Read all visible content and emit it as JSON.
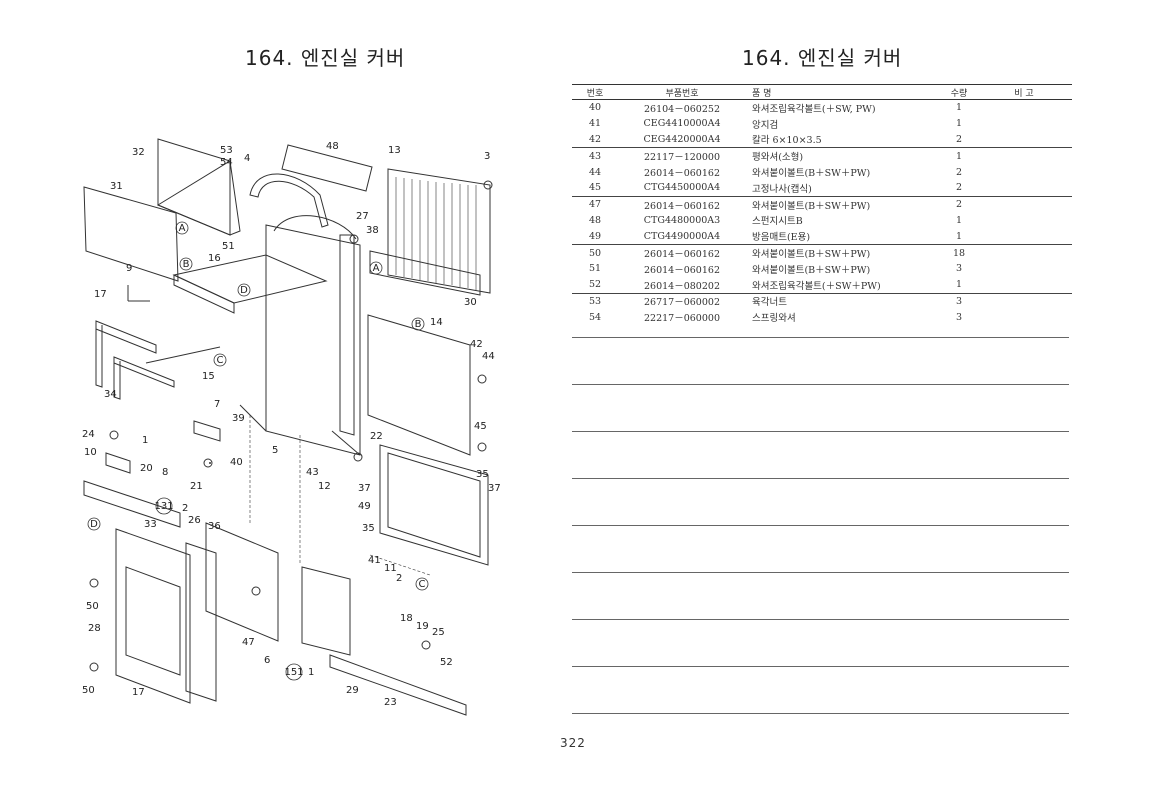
{
  "page": {
    "title_left": "164. 엔진실 커버",
    "title_right": "164. 엔진실 커버",
    "page_number": "322"
  },
  "table": {
    "headers": {
      "no": "번호",
      "part_no": "부품번호",
      "name": "품      명",
      "qty": "수량",
      "remarks": "비  고"
    },
    "groups": [
      [
        {
          "no": "40",
          "part_no": "26104－060252",
          "name": "와셔조립육각볼트(＋SW, PW)",
          "qty": "1"
        },
        {
          "no": "41",
          "part_no": "CEG4410000A4",
          "name": "앙지검",
          "qty": "1"
        },
        {
          "no": "42",
          "part_no": "CEG4420000A4",
          "name": "칼라 6×10×3.5",
          "qty": "2"
        }
      ],
      [
        {
          "no": "43",
          "part_no": "22117－120000",
          "name": "평와셔(소형)",
          "qty": "1"
        },
        {
          "no": "44",
          "part_no": "26014－060162",
          "name": "와셔붙이볼트(B＋SW＋PW)",
          "qty": "2"
        },
        {
          "no": "45",
          "part_no": "CTG4450000A4",
          "name": "고정나사(캡식)",
          "qty": "2"
        }
      ],
      [
        {
          "no": "47",
          "part_no": "26014－060162",
          "name": "와셔붙이볼트(B＋SW＋PW)",
          "qty": "2"
        },
        {
          "no": "48",
          "part_no": "CTG4480000A3",
          "name": "스펀지시트B",
          "qty": "1"
        },
        {
          "no": "49",
          "part_no": "CTG4490000A4",
          "name": "방음매트(E용)",
          "qty": "1"
        }
      ],
      [
        {
          "no": "50",
          "part_no": "26014－060162",
          "name": "와셔붙이볼트(B＋SW＋PW)",
          "qty": "18"
        },
        {
          "no": "51",
          "part_no": "26014－060162",
          "name": "와셔붙이볼트(B＋SW＋PW)",
          "qty": "3"
        },
        {
          "no": "52",
          "part_no": "26014－080202",
          "name": "와셔조립육각볼트(＋SW＋PW)",
          "qty": "1"
        }
      ],
      [
        {
          "no": "53",
          "part_no": "26717－060002",
          "name": "육각너트",
          "qty": "3"
        },
        {
          "no": "54",
          "part_no": "22217－060000",
          "name": "스프링와셔",
          "qty": "3"
        }
      ]
    ]
  },
  "diagram": {
    "callouts": [
      {
        "t": "32"
      },
      {
        "t": "53"
      },
      {
        "t": "54"
      },
      {
        "t": "4"
      },
      {
        "t": "48"
      },
      {
        "t": "13"
      },
      {
        "t": "3"
      },
      {
        "t": "31"
      },
      {
        "t": "A"
      },
      {
        "t": "51"
      },
      {
        "t": "B"
      },
      {
        "t": "16"
      },
      {
        "t": "27"
      },
      {
        "t": "38"
      },
      {
        "t": "A"
      },
      {
        "t": "9"
      },
      {
        "t": "D"
      },
      {
        "t": "17"
      },
      {
        "t": "30"
      },
      {
        "t": "B"
      },
      {
        "t": "14"
      },
      {
        "t": "42"
      },
      {
        "t": "44"
      },
      {
        "t": "C"
      },
      {
        "t": "15"
      },
      {
        "t": "34"
      },
      {
        "t": "39"
      },
      {
        "t": "7"
      },
      {
        "t": "24"
      },
      {
        "t": "1"
      },
      {
        "t": "45"
      },
      {
        "t": "10"
      },
      {
        "t": "20"
      },
      {
        "t": "8"
      },
      {
        "t": "40"
      },
      {
        "t": "5"
      },
      {
        "t": "22"
      },
      {
        "t": "21"
      },
      {
        "t": "43"
      },
      {
        "t": "12"
      },
      {
        "t": "35"
      },
      {
        "t": "37"
      },
      {
        "t": "131"
      },
      {
        "t": "2"
      },
      {
        "t": "37"
      },
      {
        "t": "49"
      },
      {
        "t": "35"
      },
      {
        "t": "D"
      },
      {
        "t": "33"
      },
      {
        "t": "26"
      },
      {
        "t": "36"
      },
      {
        "t": "41"
      },
      {
        "t": "11"
      },
      {
        "t": "2"
      },
      {
        "t": "C"
      },
      {
        "t": "50"
      },
      {
        "t": "18"
      },
      {
        "t": "19"
      },
      {
        "t": "25"
      },
      {
        "t": "28"
      },
      {
        "t": "47"
      },
      {
        "t": "6"
      },
      {
        "t": "151"
      },
      {
        "t": "1"
      },
      {
        "t": "52"
      },
      {
        "t": "50"
      },
      {
        "t": "17"
      },
      {
        "t": "29"
      },
      {
        "t": "23"
      }
    ]
  }
}
